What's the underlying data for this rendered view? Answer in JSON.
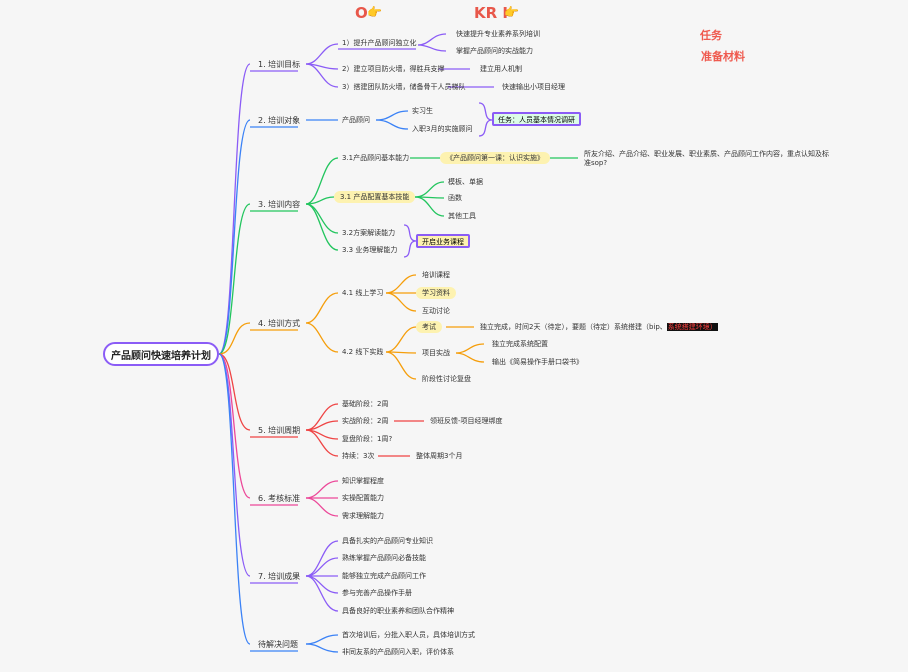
{
  "root": "产品顾问快速培养计划",
  "top_marks": {
    "o": "O",
    "kri": "KR I",
    "hand1": "👉",
    "hand2": "👉"
  },
  "tags": {
    "task": "任务",
    "materials": "准备材料"
  },
  "colors": {
    "purple": "#8b5cf6",
    "blue": "#3b82f6",
    "green": "#22c55e",
    "orange": "#f59e0b",
    "red": "#ef4444",
    "pink": "#ec4899"
  },
  "branches": {
    "b1": {
      "label": "1. 培训目标",
      "s1": "1）提升产品顾问独立化",
      "s1a": "快速提升专业素养系列培训",
      "s1b": "掌握产品顾问的实战能力",
      "s2": "2）建立项目防火墙，得胜兵支撑",
      "s2a": "建立用人机制",
      "s3": "3）搭建团队防火墙，储备骨干人员梯队",
      "s3a": "快速输出小项目经理"
    },
    "b2": {
      "label": "2. 培训对象",
      "s1": "产品顾问",
      "s1a": "实习生",
      "s1b": "入职3月的实施顾问",
      "box": "任务：人员基本情况调研"
    },
    "b3": {
      "label": "3. 培训内容",
      "s1": "3.1产品顾问基本能力",
      "s1hl": "《产品顾问第一课：认识实施》",
      "s1note1": "所友介绍、产品介绍、职业发展、职业素质、产品顾问工作内容，重点认知及标",
      "s1note2": "准sop?",
      "s2": "3.1 产品配置基本技能",
      "s2a": "模板、单据",
      "s2b": "函数",
      "s2c": "其他工具",
      "s3": "3.2方案解读能力",
      "s4": "3.3 业务理解能力",
      "box": "开启业务课程"
    },
    "b4": {
      "label": "4. 培训方式",
      "s1": "4.1 线上学习",
      "s1a": "培训课程",
      "s1b": "学习资料",
      "s1c": "互动讨论",
      "s2": "4.2 线下实践",
      "s2a": "考试",
      "s2a_note": "独立完成，时间2天（待定），要题（待定）系统搭建（bip、",
      "s2a_tail": "系统搭建环境）",
      "s2b": "项目实战",
      "s2b1": "独立完成系统配置",
      "s2b2": "输出《简易操作手册口袋书》",
      "s2c": "阶段性讨论复盘"
    },
    "b5": {
      "label": "5. 培训周期",
      "s1": "基础阶段：2周",
      "s2": "实战阶段：2周",
      "s2a": "领班反馈-项目经理绑度",
      "s3": "复盘阶段：1周?",
      "s4": "持续：3次",
      "s4a": "整体周期3个月"
    },
    "b6": {
      "label": "6. 考核标准",
      "s1": "知识掌握程度",
      "s2": "实操配置能力",
      "s3": "需求理解能力"
    },
    "b7": {
      "label": "7. 培训成果",
      "s1": "具备扎实的产品顾问专业知识",
      "s2": "熟练掌握产品顾问必备技能",
      "s3": "能够独立完成产品顾问工作",
      "s4": "参与完善产品操作手册",
      "s5": "具备良好的职业素养和团队合作精神"
    },
    "b8": {
      "label": "待解决问题",
      "s1": "首次培训后，分批入职人员，具体培训方式",
      "s2": "非同友系的产品顾问入职，评价体系"
    }
  }
}
